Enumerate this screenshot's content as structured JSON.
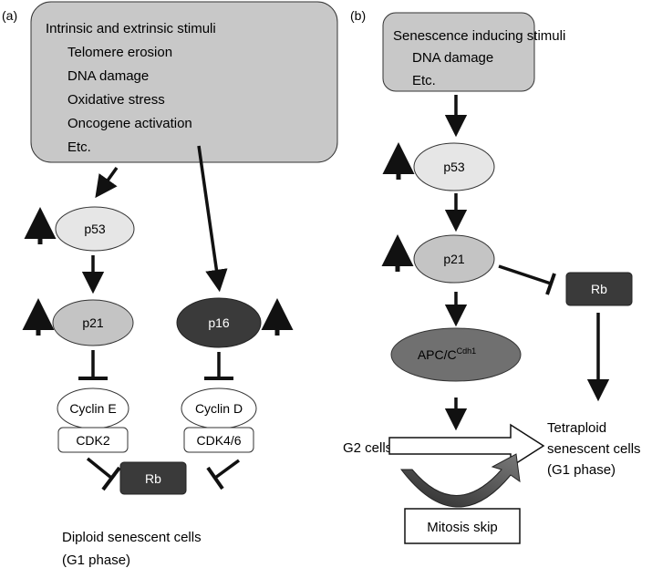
{
  "panel_a": {
    "label": "(a)",
    "stimuli_box": {
      "title": "Intrinsic and extrinsic stimuli",
      "items": [
        "Telomere erosion",
        "DNA damage",
        "Oxidative stress",
        "Oncogene activation",
        "Etc."
      ]
    },
    "p53": "p53",
    "p21": "p21",
    "p16": "p16",
    "cyclin_e": "Cyclin E",
    "cdk2": "CDK2",
    "cyclin_d": "Cyclin D",
    "cdk46": "CDK4/6",
    "rb": "Rb",
    "outcome_line1": "Diploid senescent cells",
    "outcome_line2": "(G1 phase)"
  },
  "panel_b": {
    "label": "(b)",
    "stimuli_box": {
      "title": "Senescence inducing stimuli",
      "items": [
        "DNA damage",
        "Etc."
      ]
    },
    "p53": "p53",
    "p21": "p21",
    "rb": "Rb",
    "apc_main": "APC/C",
    "apc_sup": "Cdh1",
    "g2_cells": "G2 cells",
    "mitosis_skip": "Mitosis skip",
    "outcome_line1": "Tetraploid",
    "outcome_line2": "senescent cells",
    "outcome_line3": "(G1 phase)"
  },
  "colors": {
    "stimuli_fill": "#c8c8c8",
    "light_ellipse": "#e6e6e6",
    "mid_ellipse": "#c4c4c4",
    "dark_node": "#3a3a3a",
    "apc_fill": "#707070",
    "ink": "#111111"
  }
}
